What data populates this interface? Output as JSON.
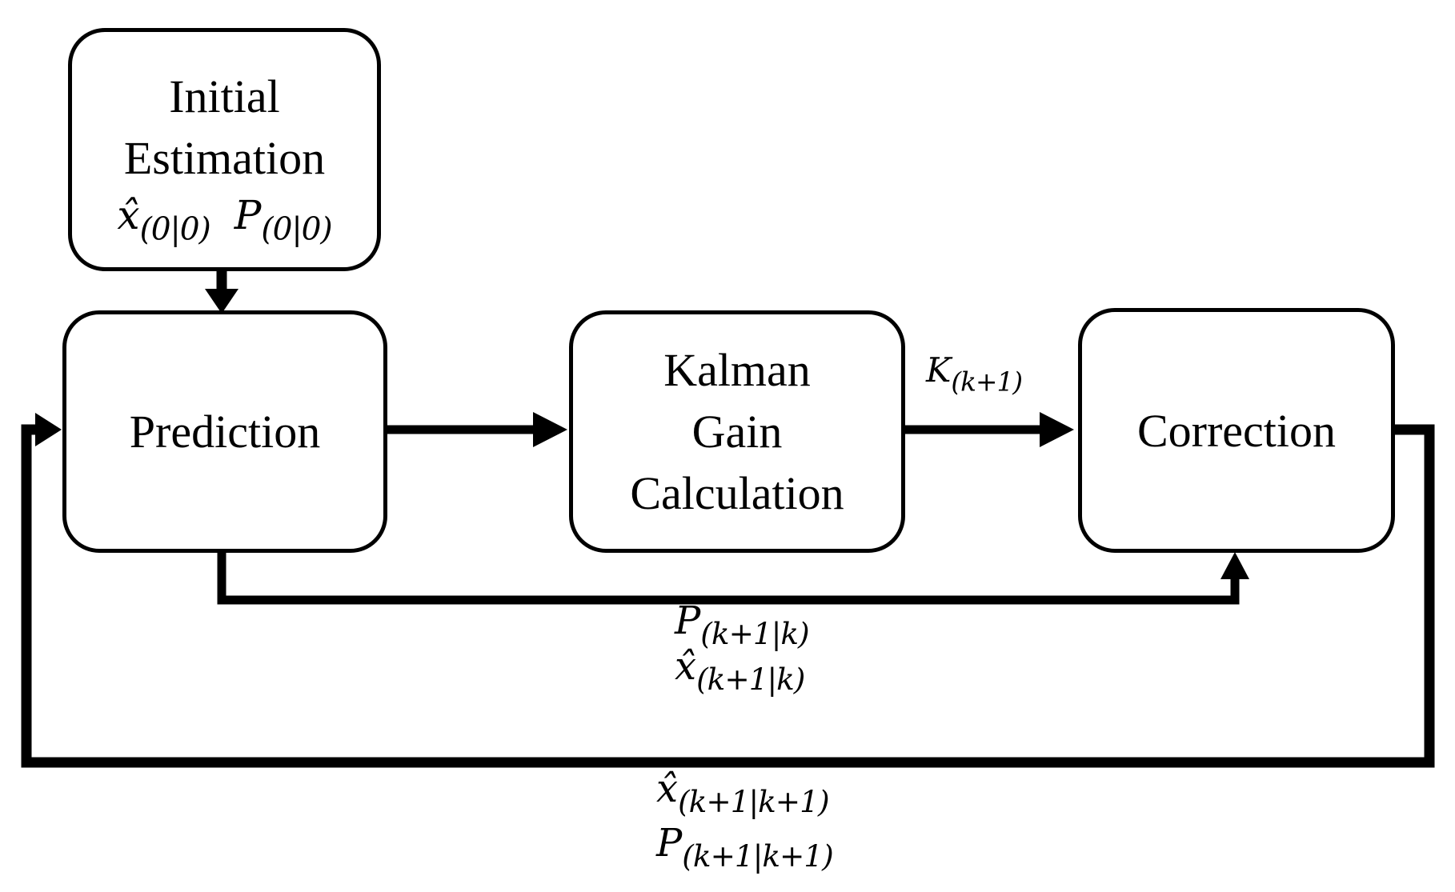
{
  "page": {
    "background_color": "#ffffff",
    "ink_color": "#000000"
  },
  "boxes": {
    "initial": {
      "lines": [
        "Initial",
        "Estimation"
      ],
      "formula": [
        {
          "base": "x̂",
          "sub": "(0|0)"
        },
        {
          "base": "P",
          "sub": "(0|0)"
        }
      ]
    },
    "prediction": {
      "label": "Prediction"
    },
    "kalman": {
      "lines": [
        "Kalman",
        "Gain",
        "Calculation"
      ]
    },
    "correction": {
      "label": "Correction"
    }
  },
  "edge_labels": {
    "kalman_gain": {
      "base": "K",
      "sub": "(k+1)"
    },
    "inner_feedback": [
      {
        "base": "P",
        "sub": "(k+1|k)"
      },
      {
        "base": "x̂",
        "sub": "(k+1|k)"
      }
    ],
    "outer_feedback": [
      {
        "base": "x̂",
        "sub": "(k+1|k+1)"
      },
      {
        "base": "P",
        "sub": "(k+1|k+1)"
      }
    ]
  }
}
